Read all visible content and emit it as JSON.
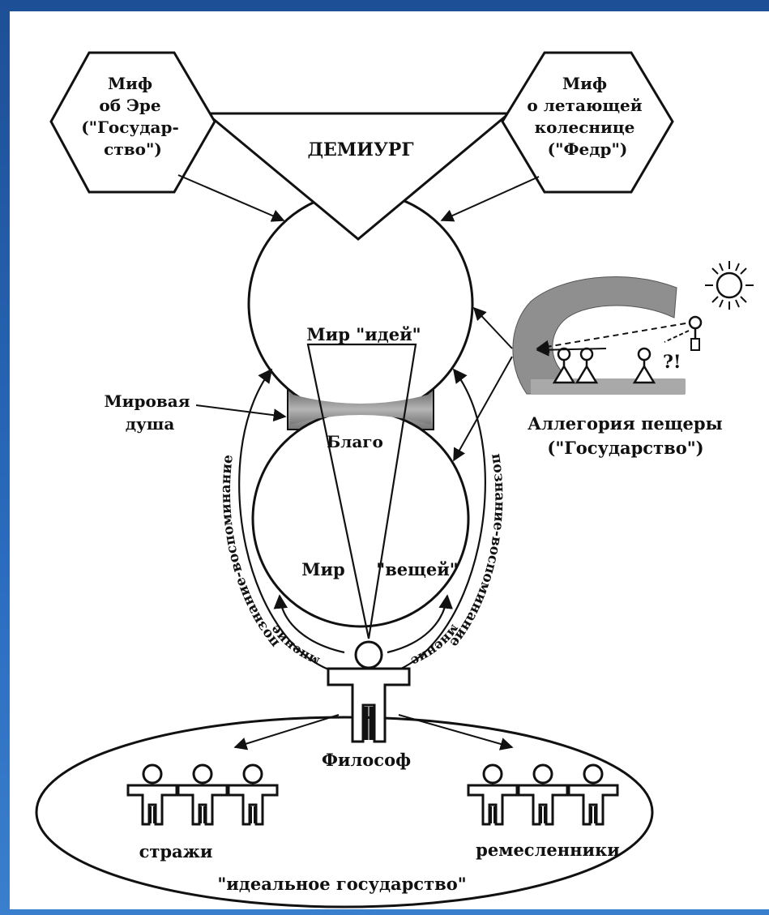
{
  "diagram": {
    "myth_er": [
      "Миф",
      "об Эре",
      "(\"Государ-",
      "ство\")"
    ],
    "myth_chariot": [
      "Миф",
      "о летающей",
      "колеснице",
      "(\"Федр\")"
    ],
    "demiurge": "ДЕМИУРГ",
    "world_ideas": "Мир \"идей\"",
    "world_soul": [
      "Мировая",
      "душа"
    ],
    "good": "Благо",
    "world_things_left": "Мир",
    "world_things_right": "\"вещей\"",
    "recollection_left": "познание-воспоминание",
    "recollection_right": "познание-воспоминание",
    "opinion_left": "мнение",
    "opinion_right": "мнение",
    "cave_caption": [
      "Аллегория пещеры",
      "(\"Государство\")"
    ],
    "cave_marks": "?!",
    "philosopher": "Философ",
    "guards": "стражи",
    "artisans": "ремесленники",
    "ideal_state": "\"идеальное государство\""
  }
}
